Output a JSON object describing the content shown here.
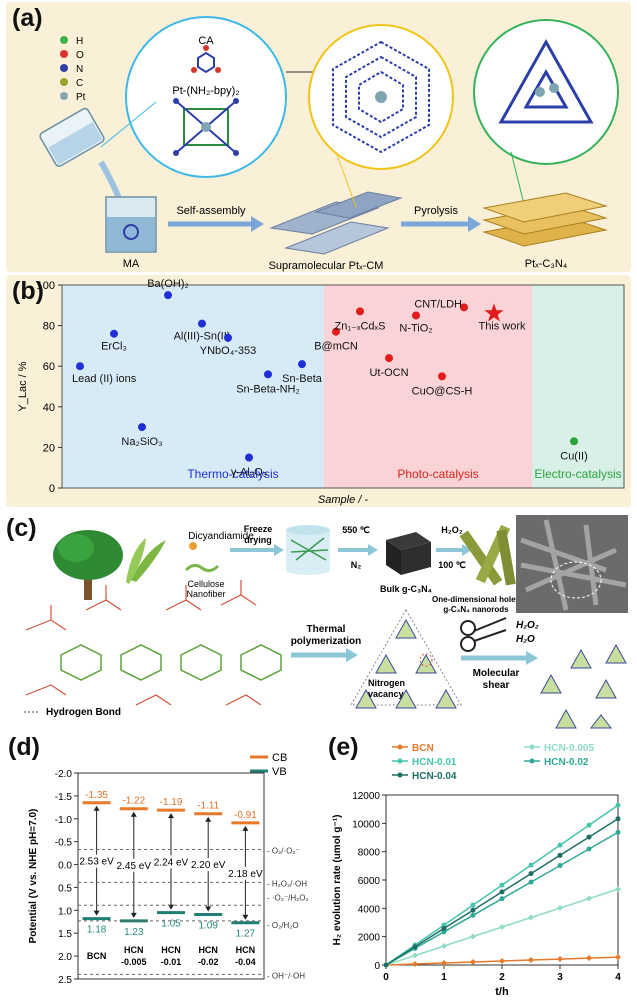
{
  "panel_a": {
    "label": "(a)",
    "legend": [
      {
        "symbol": "H",
        "color": "#3bb54a"
      },
      {
        "symbol": "O",
        "color": "#d9342b"
      },
      {
        "symbol": "N",
        "color": "#2c3fa6"
      },
      {
        "symbol": "C",
        "color": "#9aa02a"
      },
      {
        "symbol": "Pt",
        "color": "#7fa5b3"
      }
    ],
    "ca_label": "CA",
    "pt_label": "Pt-(NH₂-bpy)₂",
    "ma_label": "MA",
    "self_assembly": "Self-assembly",
    "pyrolysis": "Pyrolysis",
    "supra_label": "Supramolecular Ptₓ-CM",
    "product_label": "Ptₓ-C₃N₄"
  },
  "panel_b": {
    "label": "(b)",
    "ylabel": "Y_Lac / %",
    "xlabel": "Sample / -",
    "region_thermo": "Thermo-catalysis",
    "region_photo": "Photo-catalysis",
    "region_electro": "Electro-catalysis",
    "colors": {
      "thermo_bg": "#d7ebf7",
      "photo_bg": "#f9d3d6",
      "electro_bg": "#d8f0e6",
      "thermo_dot": "#1f2ed6",
      "photo_dot": "#e21b1b",
      "electro_dot": "#2aa33c"
    }
  },
  "chart_data": {
    "type": "scatter",
    "ylim": [
      0,
      100
    ],
    "yticks": [
      "0",
      "20",
      "40",
      "60",
      "80",
      "100"
    ],
    "series": [
      {
        "name": "Thermo-catalysis",
        "points": [
          {
            "label": "Lead (II) ions",
            "x": 1,
            "y": 60
          },
          {
            "label": "ErCl₃",
            "x": 2,
            "y": 76
          },
          {
            "label": "Na₂SiO₃",
            "x": 3,
            "y": 30
          },
          {
            "label": "Ba(OH)₂",
            "x": 4,
            "y": 95
          },
          {
            "label": "Al(III)-Sn(II)",
            "x": 5,
            "y": 81
          },
          {
            "label": "YNbO₄-353",
            "x": 6,
            "y": 74
          },
          {
            "label": "γ-Al₂O₃",
            "x": 7,
            "y": 15
          },
          {
            "label": "Sn-Beta-NH₂",
            "x": 8,
            "y": 56
          },
          {
            "label": "Sn-Beta",
            "x": 9,
            "y": 61
          }
        ]
      },
      {
        "name": "Photo-catalysis",
        "points": [
          {
            "label": "B@mCN",
            "x": 10,
            "y": 77
          },
          {
            "label": "Zn₁₋ₓCdₓS",
            "x": 11,
            "y": 87
          },
          {
            "label": "Ut-OCN",
            "x": 12,
            "y": 64
          },
          {
            "label": "N-TiO₂",
            "x": 13,
            "y": 85
          },
          {
            "label": "CuO@CS-H",
            "x": 14,
            "y": 55
          },
          {
            "label": "CNT/LDH",
            "x": 15,
            "y": 89
          },
          {
            "label": "This work",
            "x": 16,
            "y": 86
          }
        ]
      },
      {
        "name": "Electro-catalysis",
        "points": [
          {
            "label": "Cu(II)",
            "x": 17,
            "y": 23
          }
        ]
      }
    ]
  },
  "panel_c": {
    "label": "(c)",
    "dicyandiamide": "Dicyandiamide",
    "freeze1": "Freeze",
    "freeze2": "drying",
    "temp550": "550 ℃",
    "n2": "N₂",
    "h2o2_top": "H₂O₂",
    "temp100": "100 ℃",
    "cellulose1": "Cellulose",
    "cellulose2": "Nanofiber",
    "bulk": "Bulk g-C₃N₄",
    "holey1": "One-dimensional holey",
    "holey2": "g-C₃N₄ nanorods",
    "thermal1": "Thermal",
    "thermal2": "polymerization",
    "h2o2_mid": "H₂O₂",
    "h2o_mid": "H₂O",
    "molecular1": "Molecular",
    "molecular2": "shear",
    "nitrogen1": "Nitrogen",
    "nitrogen2": "vacancy",
    "hbond": "Hydrogen Bond"
  },
  "panel_d": {
    "label": "(d)",
    "ylabel": "Potential (V vs. NHE pH=7.0)",
    "yticks": [
      "-2.0",
      "-1.5",
      "-1.0",
      "-0.5",
      "0.0",
      "0.5",
      "1.0",
      "1.5",
      "2.0",
      "2.5"
    ],
    "legend_cb": "CB",
    "legend_vb": "VB",
    "samples": [
      {
        "name1": "BCN",
        "name2": "",
        "cb": "-1.35",
        "vb": "1.18",
        "gap": "2.53 eV",
        "cbv": -1.35,
        "vbv": 1.18
      },
      {
        "name1": "HCN",
        "name2": "-0.005",
        "cb": "-1.22",
        "vb": "1.23",
        "gap": "2.45 eV",
        "cbv": -1.22,
        "vbv": 1.23
      },
      {
        "name1": "HCN",
        "name2": "-0.01",
        "cb": "-1.19",
        "vb": "1.05",
        "gap": "2.24 eV",
        "cbv": -1.19,
        "vbv": 1.05
      },
      {
        "name1": "HCN",
        "name2": "-0.02",
        "cb": "-1.11",
        "vb": "1.09",
        "gap": "2.20 eV",
        "cbv": -1.11,
        "vbv": 1.09
      },
      {
        "name1": "HCN",
        "name2": "-0.04",
        "cb": "-0.91",
        "vb": "1.27",
        "gap": "2.18 eV",
        "cbv": -0.91,
        "vbv": 1.27
      }
    ],
    "redox": [
      {
        "label": "O₂/·O₂⁻",
        "v": -0.33
      },
      {
        "label": "H₂O₂/·OH",
        "v": 0.39
      },
      {
        "label": "·O₂⁻/H₂O₂",
        "v": 0.89
      },
      {
        "label": "O₂/H₂O",
        "v": 1.23
      },
      {
        "label": "OH⁻/·OH",
        "v": 2.4
      }
    ],
    "colors": {
      "cb": "#e8792a",
      "vb": "#1f7f72",
      "label_cb": "#e0702a",
      "label_vb": "#238a7c"
    }
  },
  "panel_e": {
    "label": "(e)",
    "ylabel": "H₂ evolution rate (umol g⁻¹)",
    "xlabel": "t/h",
    "yticks": [
      "0",
      "2000",
      "4000",
      "6000",
      "8000",
      "10000",
      "12000"
    ],
    "xticks": [
      "0",
      "1",
      "2",
      "3",
      "4"
    ],
    "ylim": [
      0,
      12000
    ],
    "xlim": [
      0,
      4
    ],
    "series": [
      {
        "name": "BCN",
        "color": "#e8792a",
        "marker": "diamond",
        "x": [
          0,
          0.5,
          1,
          1.5,
          2,
          2.5,
          3,
          3.5,
          4
        ],
        "y": [
          0,
          70,
          140,
          210,
          280,
          350,
          420,
          490,
          560
        ]
      },
      {
        "name": "HCN-0.005",
        "color": "#8fdcc4",
        "marker": "diamond",
        "x": [
          0,
          0.5,
          1,
          1.5,
          2,
          2.5,
          3,
          3.5,
          4
        ],
        "y": [
          0,
          670,
          1340,
          2010,
          2680,
          3350,
          4020,
          4690,
          5360
        ]
      },
      {
        "name": "HCN-0.01",
        "color": "#46c4ac",
        "marker": "circle",
        "x": [
          0,
          0.5,
          1,
          1.5,
          2,
          2.5,
          3,
          3.5,
          4
        ],
        "y": [
          0,
          1410,
          2820,
          4230,
          5640,
          7050,
          8460,
          9870,
          11280
        ]
      },
      {
        "name": "HCN-0.02",
        "color": "#2fa896",
        "marker": "circle",
        "x": [
          0,
          0.5,
          1,
          1.5,
          2,
          2.5,
          3,
          3.5,
          4
        ],
        "y": [
          0,
          1170,
          2340,
          3510,
          4680,
          5850,
          7020,
          8190,
          9360
        ]
      },
      {
        "name": "HCN-0.04",
        "color": "#1d6e63",
        "marker": "circle",
        "x": [
          0,
          0.5,
          1,
          1.5,
          2,
          2.5,
          3,
          3.5,
          4
        ],
        "y": [
          0,
          1290,
          2580,
          3870,
          5160,
          6450,
          7740,
          9030,
          10320
        ]
      }
    ]
  }
}
